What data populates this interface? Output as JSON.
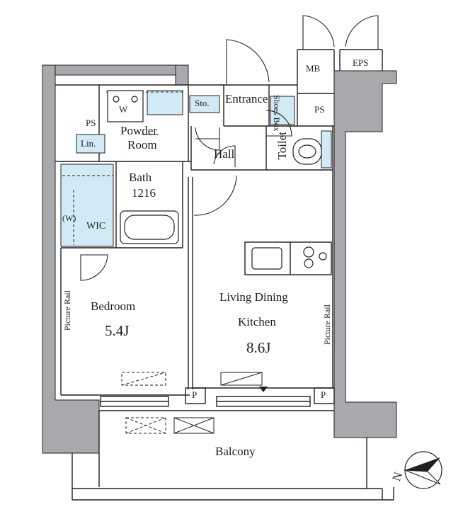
{
  "rooms": {
    "mb": "MB",
    "eps": "EPS",
    "entrance": "Entrance",
    "sto": "Sto.",
    "shoes_box": "Shoes Box",
    "ps_entrance": "PS",
    "ps_powder": "PS",
    "washer": "W",
    "powder_room_line1": "Powder",
    "powder_room_line2": "Room",
    "linen": "Lin.",
    "hall": "Hall",
    "toilet": "Toilet",
    "bath_line1": "Bath",
    "bath_line2": "1216",
    "wic_washer": "(W)",
    "wic": "WIC",
    "bedroom": "Bedroom",
    "bedroom_size": "5.4J",
    "ldk_line1": "Living Dining",
    "ldk_line2": "Kitchen",
    "ldk_size": "8.6J",
    "picture_rail_left": "Picture Rail",
    "picture_rail_right": "Picture Rail",
    "p_left": "P",
    "p_right": "P",
    "balcony": "Balcony",
    "north": "N"
  },
  "colors": {
    "wall": "#a7a9ac",
    "line": "#231f20",
    "storage": "#d2e9f6"
  }
}
